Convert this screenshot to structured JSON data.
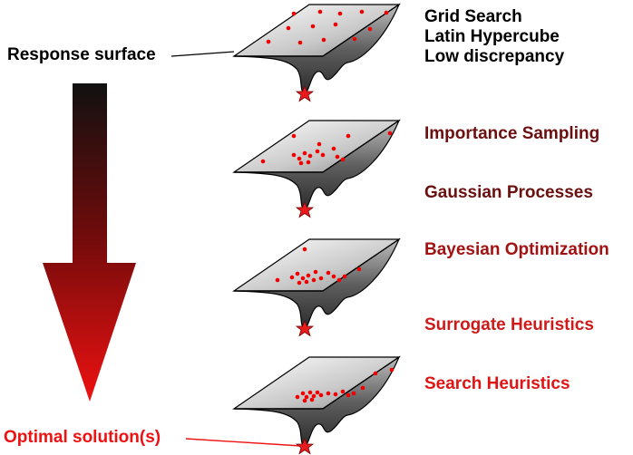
{
  "labels": {
    "response_surface": "Response surface",
    "optimal_solutions": "Optimal solution(s)"
  },
  "methods": [
    {
      "text": "Grid Search",
      "color": "#000000"
    },
    {
      "text": "Latin Hypercube",
      "color": "#000000"
    },
    {
      "text": "Low discrepancy",
      "color": "#000000"
    },
    {
      "text": "Importance Sampling",
      "color": "#6b0f0f"
    },
    {
      "text": "Gaussian Processes",
      "color": "#6b0f0f"
    },
    {
      "text": "Bayesian Optimization",
      "color": "#a31212"
    },
    {
      "text": "Surrogate Heuristics",
      "color": "#cf1a1a"
    },
    {
      "text": "Search Heuristics",
      "color": "#e01414"
    }
  ],
  "colors": {
    "arrow_top": "#111111",
    "arrow_bottom": "#ee1111",
    "sample_point": "#ee0000",
    "optimum_star": "#e81c1c",
    "surface_light": "#f2f2f2",
    "surface_dark": "#4a4a4a"
  }
}
